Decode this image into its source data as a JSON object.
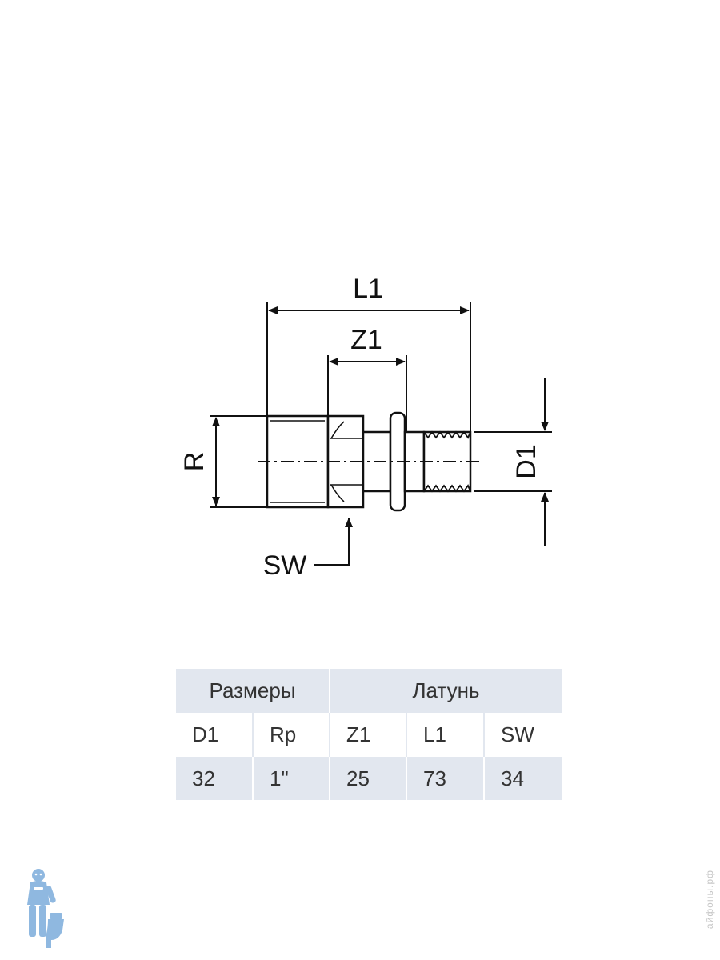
{
  "drawing": {
    "labels": {
      "l1": "L1",
      "z1": "Z1",
      "r": "R",
      "d1": "D1",
      "sw": "SW"
    }
  },
  "table": {
    "group_headers": [
      "Размеры",
      "Латунь"
    ],
    "columns": [
      "D1",
      "Rp",
      "Z1",
      "L1",
      "SW"
    ],
    "rows": [
      [
        "32",
        "1\"",
        "25",
        "73",
        "34"
      ]
    ]
  },
  "footer": {
    "logo_icon": "plumber-mascot-icon",
    "watermark": "айфоны.рф"
  },
  "colors": {
    "table_shade": "#e2e7ef",
    "logo_blue": "#8fb8e0"
  }
}
